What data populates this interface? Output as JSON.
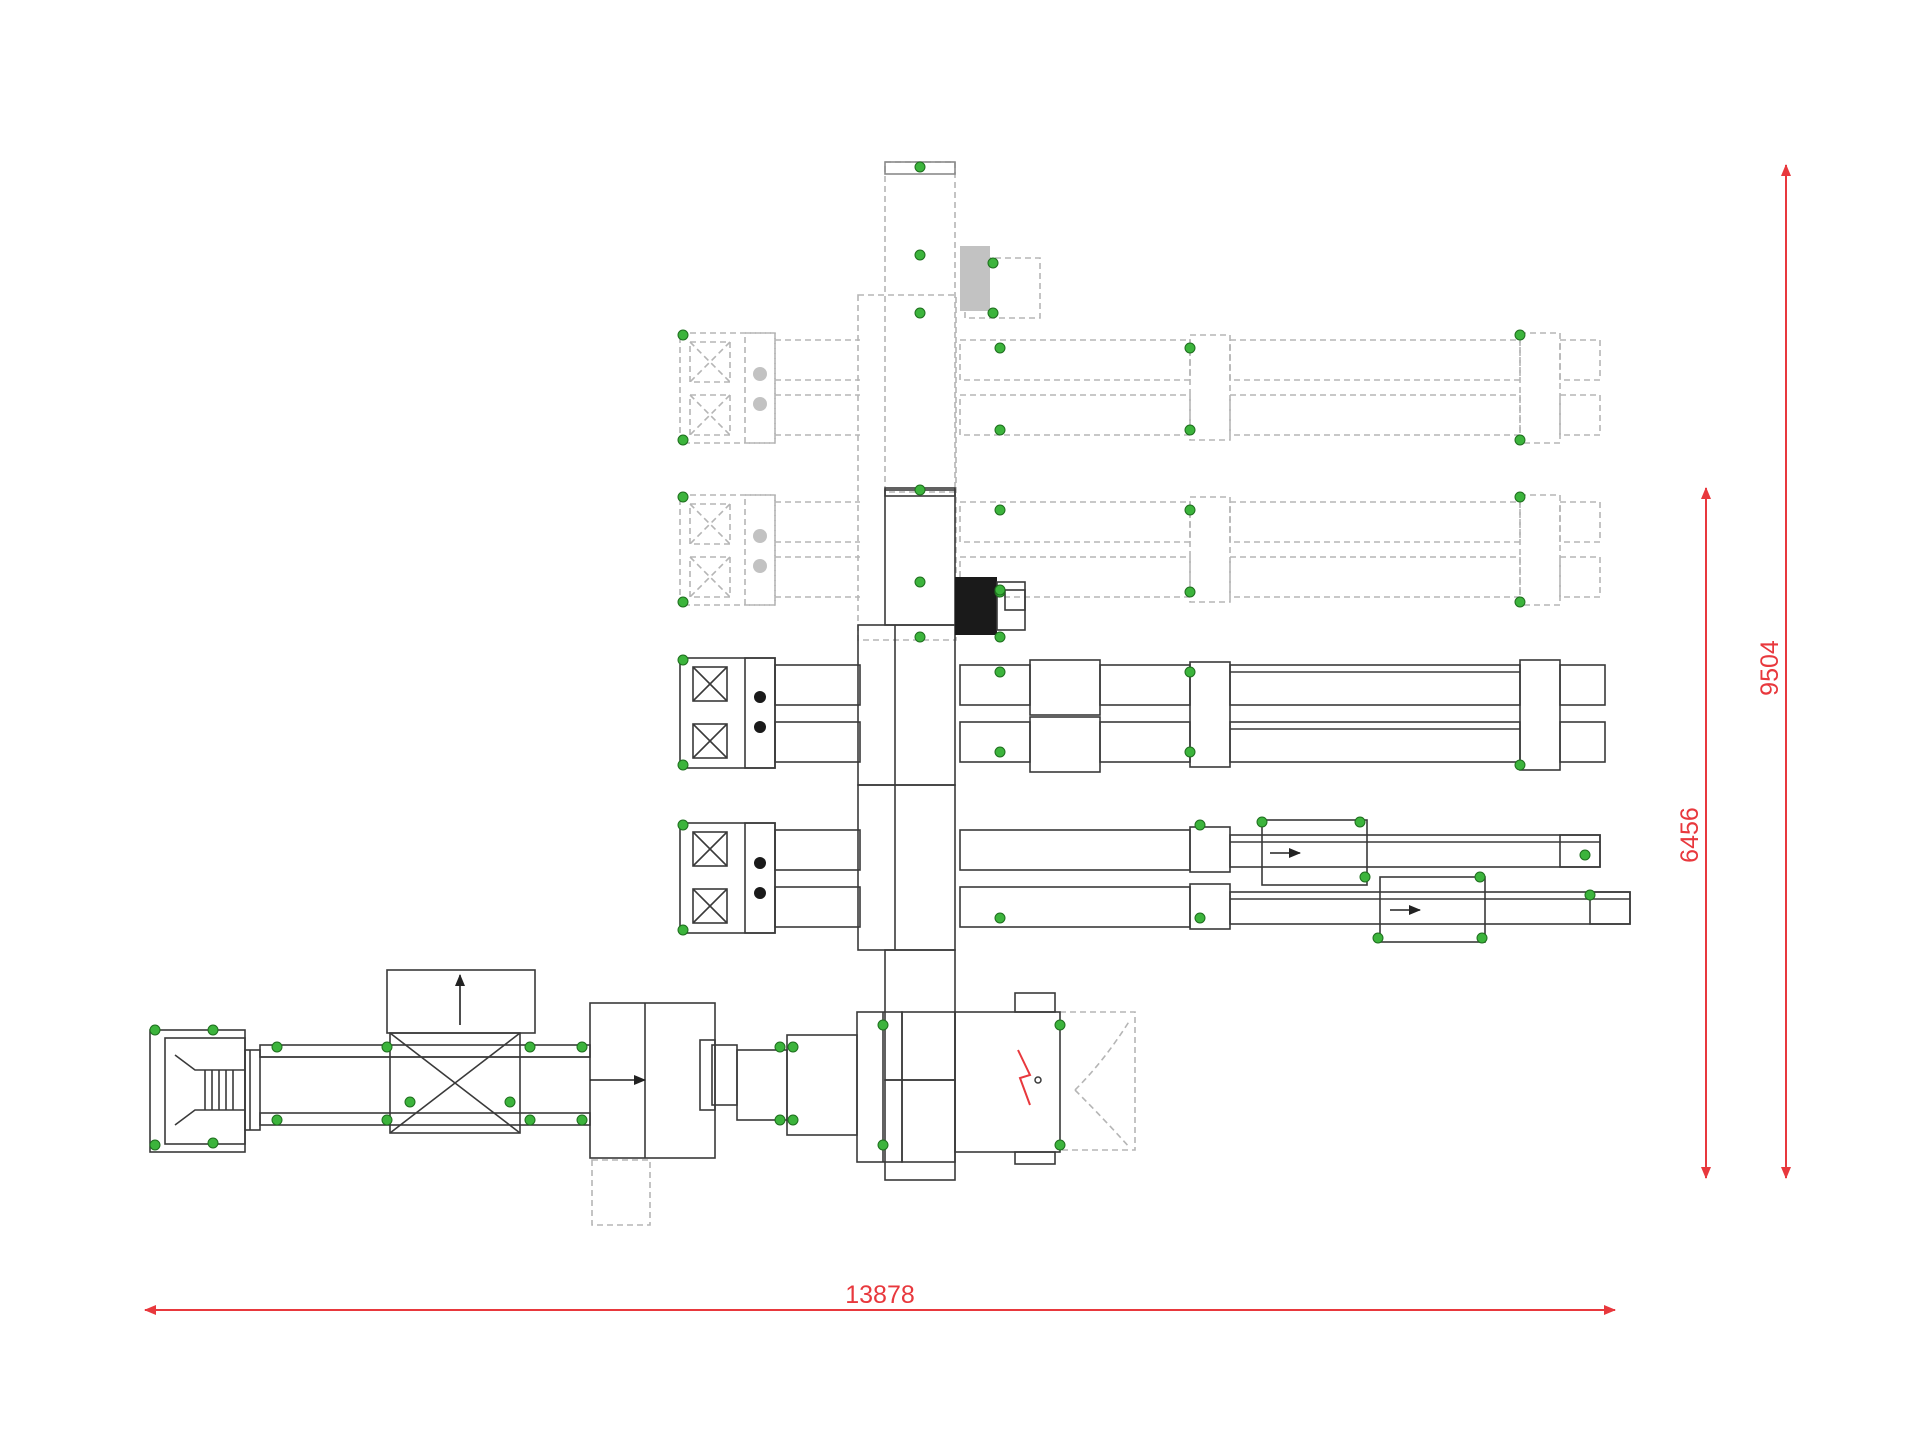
{
  "colors": {
    "dimension": "#e8383d",
    "line": "#3a3a3a",
    "ghost": "#b5b5b5",
    "sensor": "#3cb43c",
    "sensor_outline": "#1e6e1e",
    "dark_fill": "#1a1a1a"
  },
  "icons": {
    "sensor": "green-dot-icon",
    "flow_arrow": "arrow-icon",
    "power": "lightning-icon"
  },
  "dimensions": {
    "total_width": "13878",
    "total_height": "9504",
    "active_height": "6456"
  }
}
